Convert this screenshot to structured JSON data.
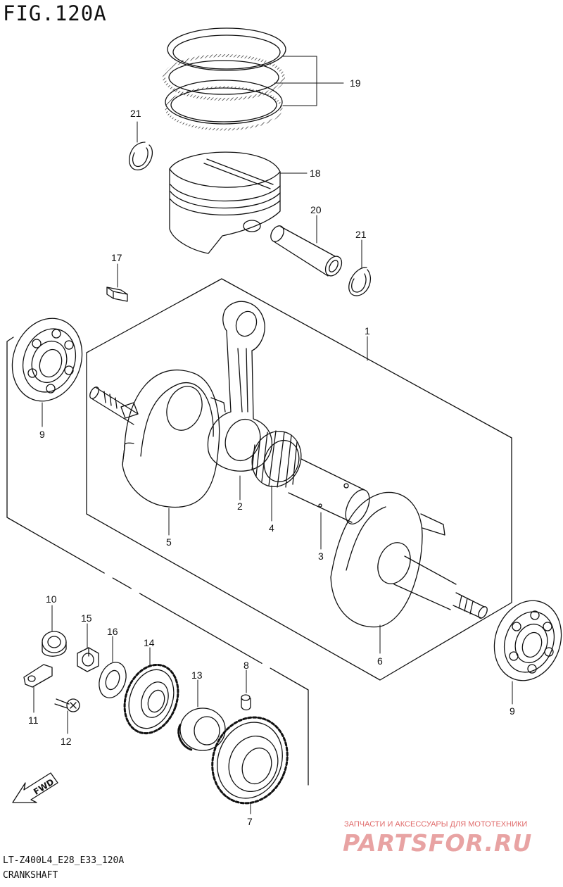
{
  "figure": {
    "title": "FIG.120A",
    "code": "LT-Z400L4_E28_E33_120A",
    "name": "CRANKSHAFT"
  },
  "fwd_label": "FWD",
  "watermark": {
    "tagline": "ЗАПЧАСТИ И АКСЕССУАРЫ ДЛЯ МОТОТЕХНИКИ",
    "logo": "PARTSFOR.RU"
  },
  "parts": [
    {
      "id": "part-19",
      "number": "19",
      "icon": "piston-rings-icon"
    },
    {
      "id": "part-21a",
      "number": "21",
      "icon": "circlip-icon"
    },
    {
      "id": "part-18",
      "number": "18",
      "icon": "piston-icon"
    },
    {
      "id": "part-20",
      "number": "20",
      "icon": "piston-pin-icon"
    },
    {
      "id": "part-21b",
      "number": "21",
      "icon": "circlip-icon"
    },
    {
      "id": "part-17",
      "number": "17",
      "icon": "key-icon"
    },
    {
      "id": "part-1",
      "number": "1",
      "icon": "crankshaft-assembly-icon"
    },
    {
      "id": "part-9a",
      "number": "9",
      "icon": "bearing-icon"
    },
    {
      "id": "part-2",
      "number": "2",
      "icon": "connecting-rod-icon"
    },
    {
      "id": "part-4",
      "number": "4",
      "icon": "needle-bearing-icon"
    },
    {
      "id": "part-5",
      "number": "5",
      "icon": "crank-web-icon"
    },
    {
      "id": "part-3",
      "number": "3",
      "icon": "crank-pin-icon"
    },
    {
      "id": "part-6",
      "number": "6",
      "icon": "crank-web-icon"
    },
    {
      "id": "part-9b",
      "number": "9",
      "icon": "bearing-icon"
    },
    {
      "id": "part-10",
      "number": "10",
      "icon": "bushing-icon"
    },
    {
      "id": "part-15",
      "number": "15",
      "icon": "nut-icon"
    },
    {
      "id": "part-16",
      "number": "16",
      "icon": "washer-icon"
    },
    {
      "id": "part-14",
      "number": "14",
      "icon": "gear-icon"
    },
    {
      "id": "part-8",
      "number": "8",
      "icon": "pin-icon"
    },
    {
      "id": "part-13",
      "number": "13",
      "icon": "one-way-clutch-icon"
    },
    {
      "id": "part-11",
      "number": "11",
      "icon": "plate-icon"
    },
    {
      "id": "part-12",
      "number": "12",
      "icon": "screw-icon"
    },
    {
      "id": "part-7",
      "number": "7",
      "icon": "gear-icon"
    }
  ]
}
